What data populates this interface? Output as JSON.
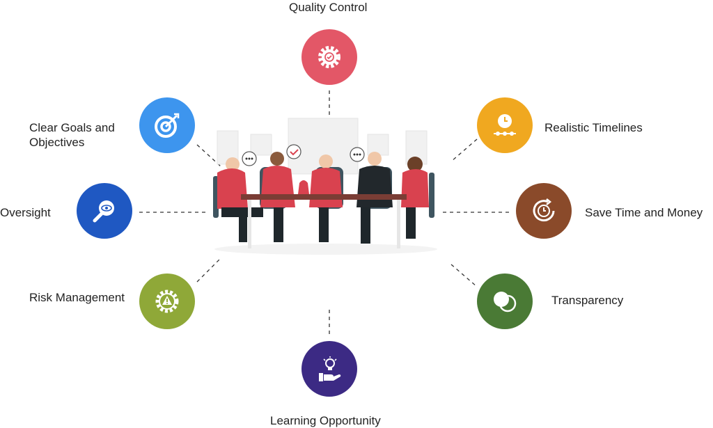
{
  "center_illustration": "team-meeting-illustration",
  "nodes": [
    {
      "label": "Quality Control",
      "icon": "gear-check-icon",
      "color": "#e35767"
    },
    {
      "label_line1": "Clear Goals and",
      "label_line2": "Objectives",
      "icon": "target-arrow-icon",
      "color": "#3d95ee"
    },
    {
      "label": "Oversight",
      "icon": "magnifier-eye-icon",
      "color": "#1f58c2"
    },
    {
      "label": "Risk Management",
      "icon": "gear-warning-icon",
      "color": "#8fa838"
    },
    {
      "label": "Learning Opportunity",
      "icon": "lightbulb-hand-icon",
      "color": "#3c2a84"
    },
    {
      "label": "Realistic Timelines",
      "icon": "clock-timeline-icon",
      "color": "#f0a820"
    },
    {
      "label": "Save Time and Money",
      "icon": "clock-refresh-icon",
      "color": "#8a4a2a"
    },
    {
      "label": "Transparency",
      "icon": "overlapping-circles-icon",
      "color": "#4a7a35"
    }
  ]
}
